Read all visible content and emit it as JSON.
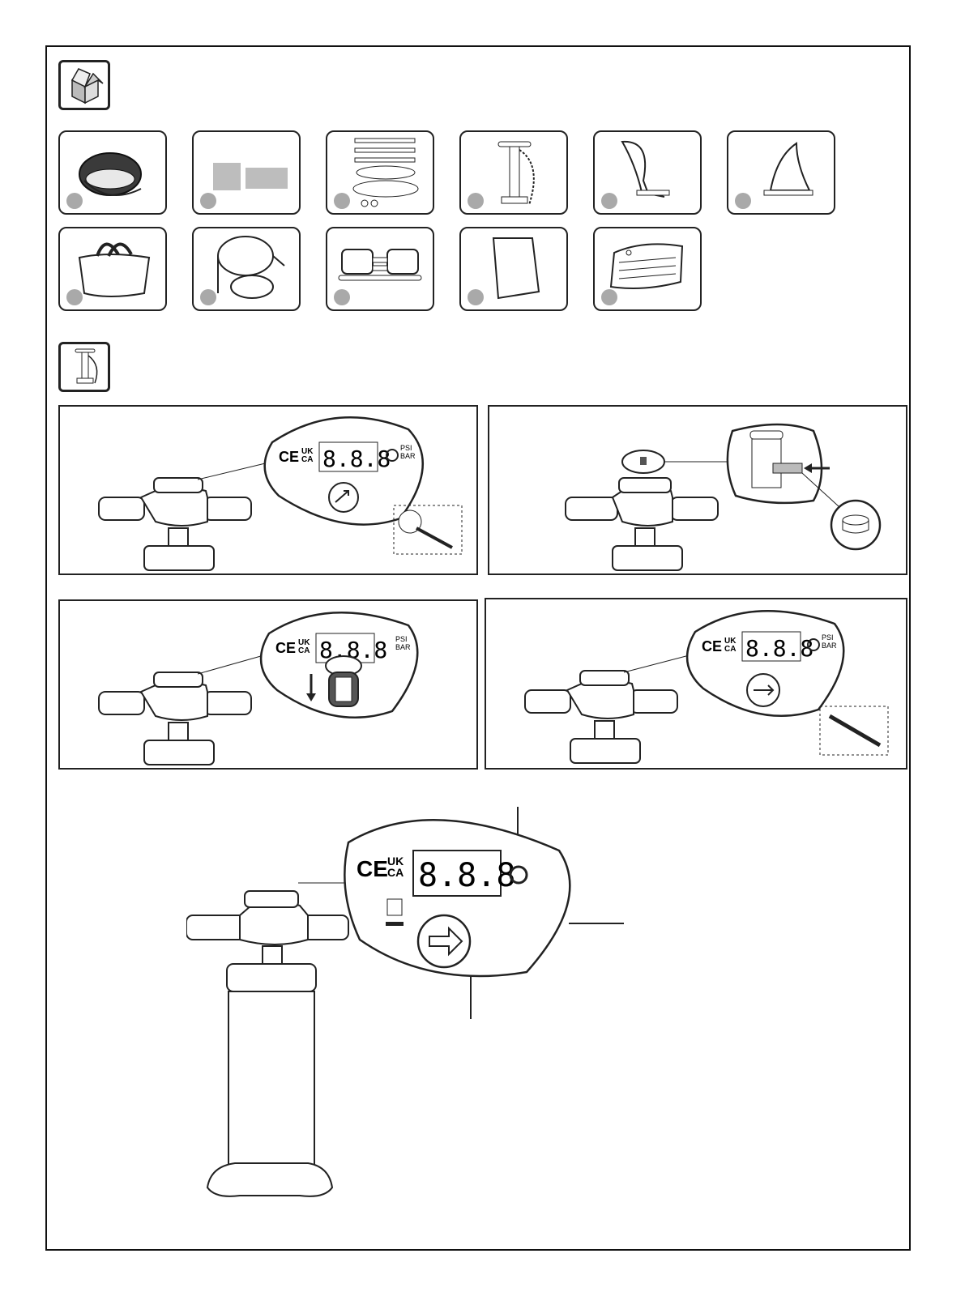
{
  "markings": {
    "ce": "CE",
    "ukca_top": "UK",
    "ukca_bottom": "CA",
    "lcd": "8.8.8",
    "psi": "PSI",
    "bar": "BAR"
  },
  "icons": {
    "section1": "package-contents-icon",
    "section2": "pump-icon"
  },
  "colors": {
    "line": "#222222",
    "dot": "#a9a9a9",
    "fill_gray": "#bdbdbd"
  }
}
